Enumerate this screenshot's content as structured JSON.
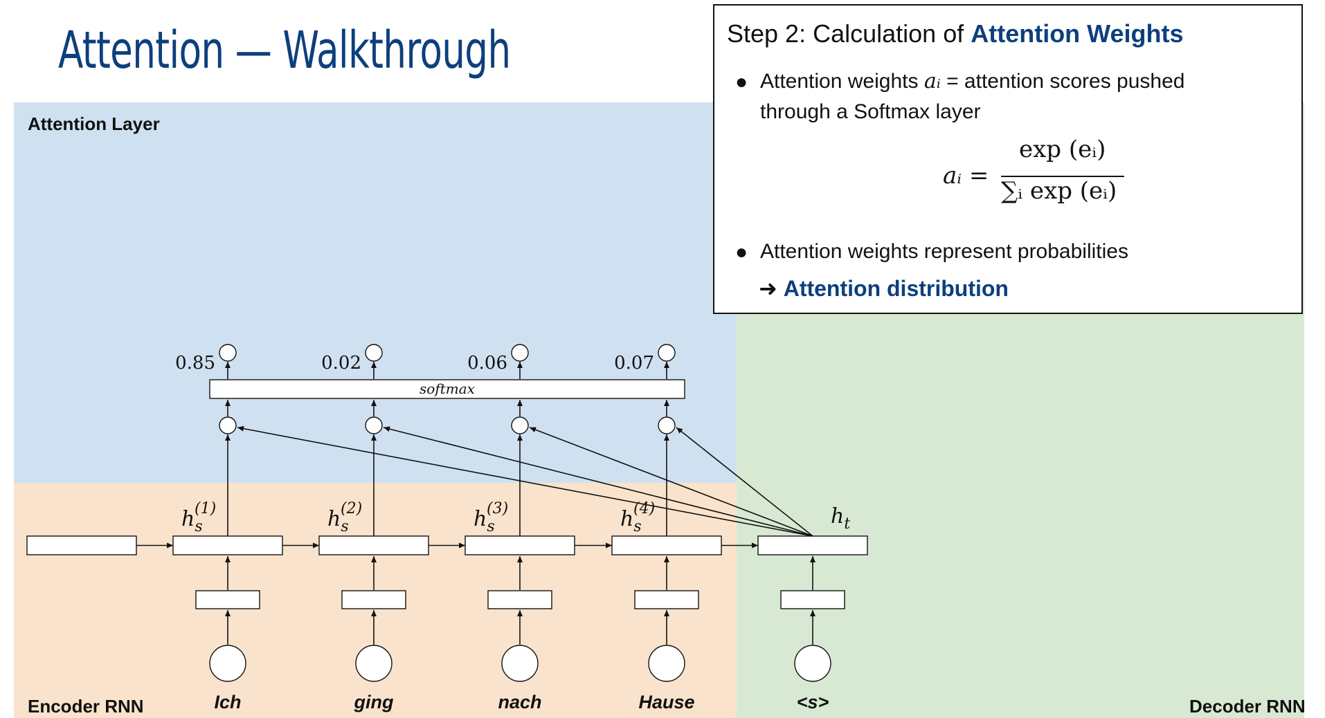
{
  "title": "Attention — Walkthrough",
  "colors": {
    "attention_bg": "#cfe1f1",
    "encoder_bg": "#fae3cc",
    "decoder_bg": "#d8e9d3",
    "title": "#0d3f7d"
  },
  "regions": {
    "attention": "Attention Layer",
    "encoder": "Encoder RNN",
    "decoder": "Decoder RNN"
  },
  "panel": {
    "heading_prefix": "Step 2: Calculation of ",
    "heading_highlight": "Attention Weights",
    "bullet1_pre": "Attention weights ",
    "bullet1_var": "aᵢ",
    "bullet1_post": " = attention scores pushed",
    "bullet1_line2": "through a Softmax layer",
    "formula_lhs": "aᵢ =",
    "formula_num": "exp (eᵢ)",
    "formula_den": "∑ᵢ exp (eᵢ)",
    "bullet2": "Attention weights represent probabilities",
    "arrow": "➜",
    "conclusion": "Attention distribution"
  },
  "softmax_label": "softmax",
  "weights": [
    "0.85",
    "0.02",
    "0.06",
    "0.07"
  ],
  "encoder_states": [
    {
      "base": "h",
      "sub": "s",
      "sup": "(1)"
    },
    {
      "base": "h",
      "sub": "s",
      "sup": "(2)"
    },
    {
      "base": "h",
      "sub": "s",
      "sup": "(3)"
    },
    {
      "base": "h",
      "sub": "s",
      "sup": "(4)"
    }
  ],
  "decoder_state": {
    "base": "h",
    "sub": "t"
  },
  "input_words": [
    "Ich",
    "ging",
    "nach",
    "Hause"
  ],
  "decoder_input": "<s>"
}
